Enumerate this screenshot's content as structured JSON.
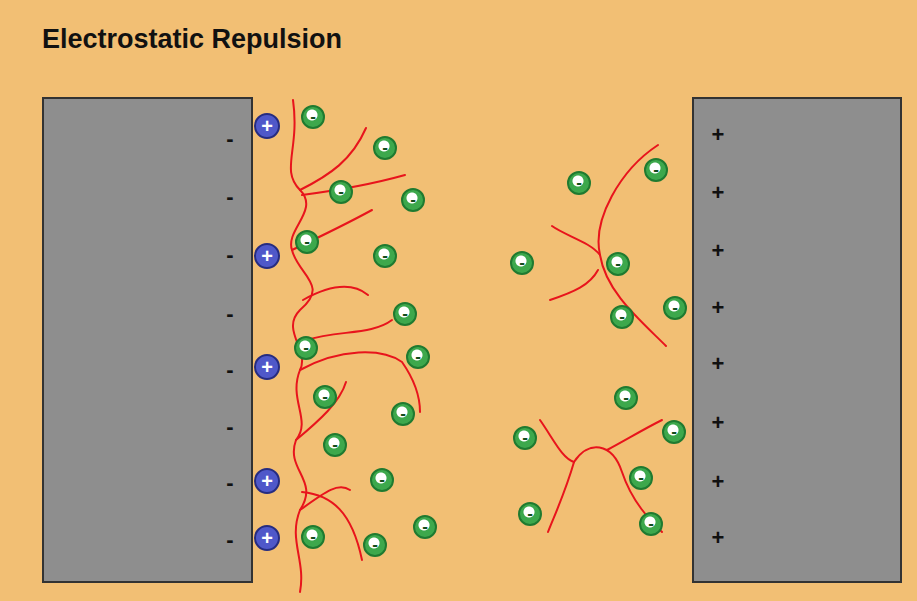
{
  "diagram": {
    "title": "Electrostatic Repulsion",
    "nodes": [
      {
        "text": [
          "-",
          "-",
          "-",
          "-",
          "-",
          "-",
          "-",
          "-"
        ]
      },
      {
        "text": [
          "+"
        ]
      },
      {
        "text": [
          "+"
        ]
      },
      {
        "text": [
          "+"
        ]
      },
      {
        "text": [
          "+"
        ]
      },
      {
        "text": [
          "+"
        ]
      },
      {
        "text": [
          "-"
        ]
      },
      {
        "text": [
          "-"
        ]
      },
      {
        "text": [
          "-"
        ]
      },
      {
        "text": [
          "-"
        ]
      },
      {
        "text": [
          "-"
        ]
      },
      {
        "text": [
          "-"
        ]
      },
      {
        "text": [
          "-"
        ]
      },
      {
        "text": [
          "-"
        ]
      },
      {
        "text": [
          "-"
        ]
      },
      {
        "text": [
          "-"
        ]
      },
      {
        "text": [
          "-"
        ]
      },
      {
        "text": [
          "-"
        ]
      },
      {
        "text": [
          "-"
        ]
      },
      {
        "text": [
          "-"
        ]
      },
      {
        "text": [
          "-"
        ]
      },
      {
        "text": [
          "-"
        ]
      },
      {
        "text": [
          "-"
        ]
      },
      {
        "text": [
          "-"
        ]
      },
      {
        "text": [
          "-"
        ]
      },
      {
        "text": [
          "-"
        ]
      },
      {
        "text": [
          "-"
        ]
      },
      {
        "text": [
          "-"
        ]
      },
      {
        "text": [
          "-"
        ]
      },
      {
        "text": [
          "-"
        ]
      },
      {
        "text": [
          "-"
        ]
      },
      {
        "text": [
          "-"
        ]
      },
      {
        "text": [
          "-"
        ]
      },
      {
        "text": [
          "-"
        ]
      },
      {
        "text": [
          "+",
          "+",
          "+",
          "+",
          "+",
          "+",
          "+",
          "+"
        ]
      }
    ]
  }
}
